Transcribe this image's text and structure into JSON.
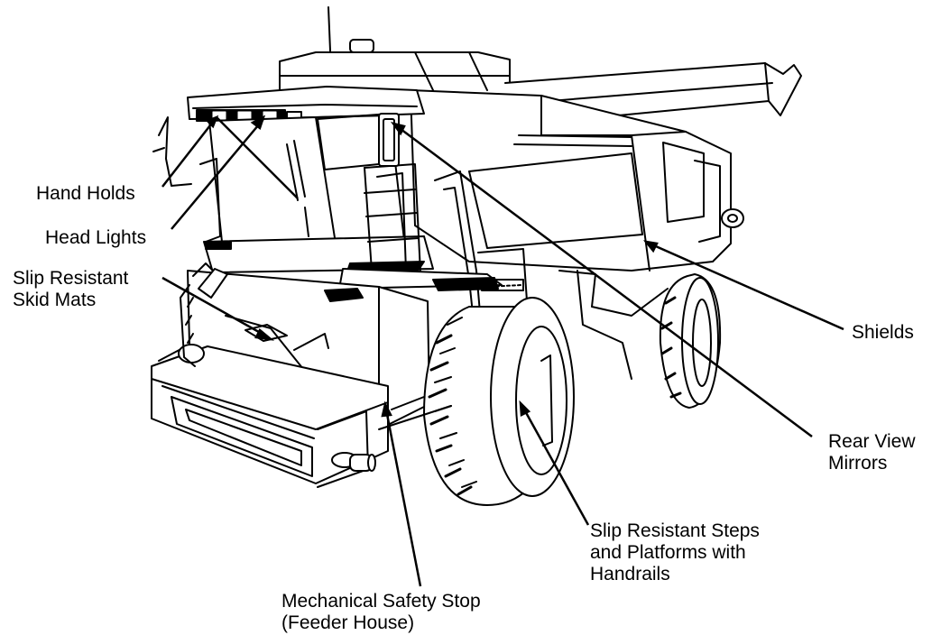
{
  "diagram": {
    "subject": "combine-harvester-line-drawing",
    "stroke_color": "#000000",
    "background_color": "#ffffff",
    "labels": {
      "hand_holds": [
        "Hand Holds"
      ],
      "head_lights": [
        "Head Lights"
      ],
      "skid_mats": [
        "Slip Resistant",
        "Skid Mats"
      ],
      "shields": [
        "Shields"
      ],
      "mirrors": [
        "Rear View",
        "Mirrors"
      ],
      "steps": [
        "Slip Resistant Steps",
        "and Platforms with",
        "Handrails"
      ],
      "safety_stop": [
        "Mechanical Safety Stop",
        "(Feeder House)"
      ]
    }
  }
}
